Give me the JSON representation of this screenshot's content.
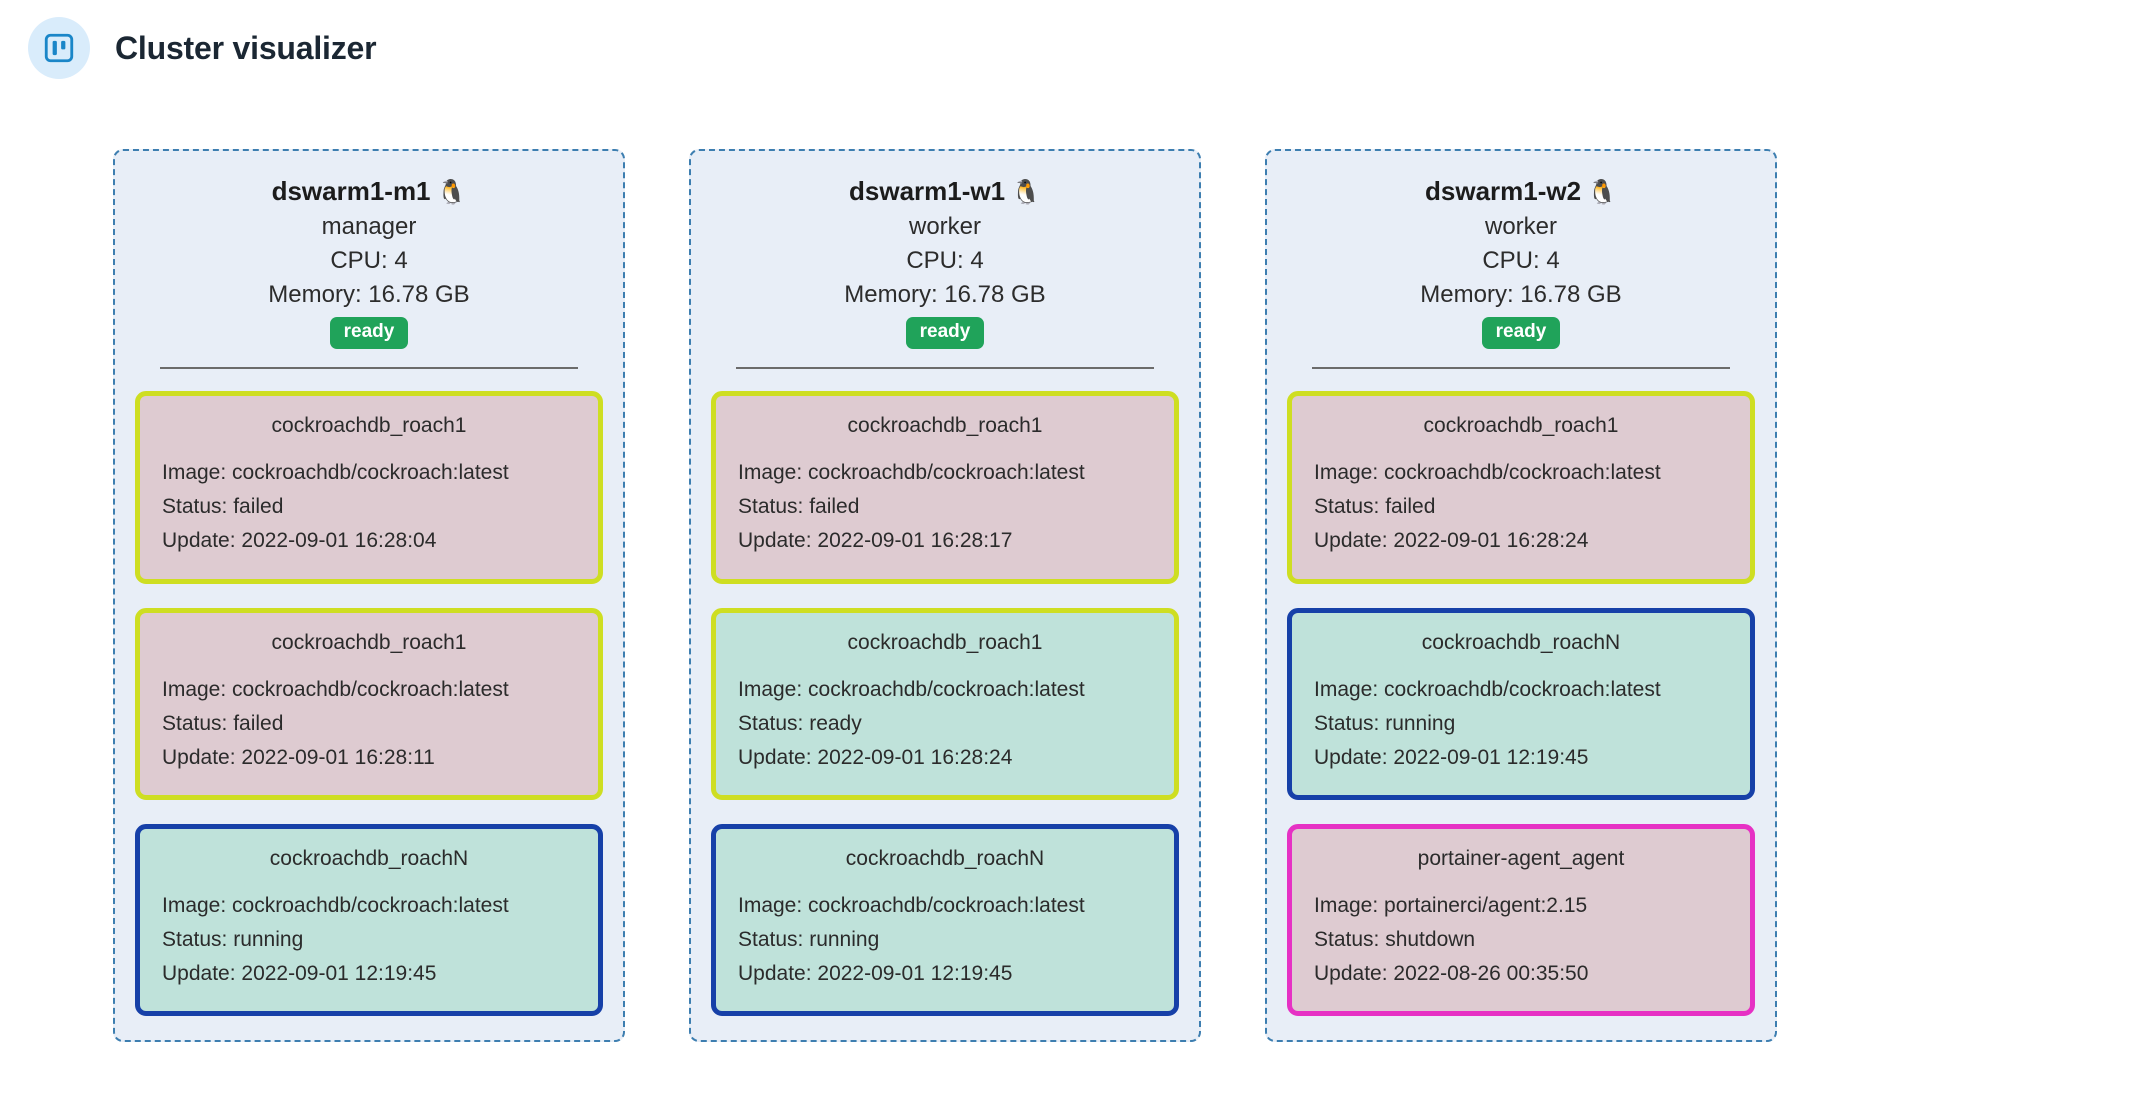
{
  "header": {
    "title": "Cluster visualizer",
    "icon": "board-icon",
    "icon_color": "#1a86c8",
    "icon_bg": "#d9ecfb"
  },
  "colors": {
    "node_border": "#3d7eb0",
    "node_bg": "#e8eef7",
    "badge_ready": "#20a35a",
    "border_lime": "#cede22",
    "border_navy": "#1640a8",
    "border_pink": "#e631c4",
    "fill_pink": "#decbd1",
    "fill_mint": "#bfe2da"
  },
  "labels": {
    "cpu_prefix": "CPU: ",
    "memory_prefix": "Memory: ",
    "image_prefix": "Image: ",
    "status_prefix": "Status: ",
    "update_prefix": "Update: "
  },
  "nodes": [
    {
      "name": "dswarm1-m1",
      "os_icon": "tux-penguin-icon",
      "os_glyph": "🐧",
      "role": "manager",
      "cpu": "CPU: 4",
      "memory": "Memory: 16.78 GB",
      "status": "ready",
      "containers": [
        {
          "name": "cockroachdb_roach1",
          "image": "Image: cockroachdb/cockroach:latest",
          "status": "Status: failed",
          "update": "Update: 2022-09-01 16:28:04",
          "fill": "fill-pink",
          "border": "border-lime"
        },
        {
          "name": "cockroachdb_roach1",
          "image": "Image: cockroachdb/cockroach:latest",
          "status": "Status: failed",
          "update": "Update: 2022-09-01 16:28:11",
          "fill": "fill-pink",
          "border": "border-lime"
        },
        {
          "name": "cockroachdb_roachN",
          "image": "Image: cockroachdb/cockroach:latest",
          "status": "Status: running",
          "update": "Update: 2022-09-01 12:19:45",
          "fill": "fill-mint",
          "border": "border-navy"
        }
      ]
    },
    {
      "name": "dswarm1-w1",
      "os_icon": "tux-penguin-icon",
      "os_glyph": "🐧",
      "role": "worker",
      "cpu": "CPU: 4",
      "memory": "Memory: 16.78 GB",
      "status": "ready",
      "containers": [
        {
          "name": "cockroachdb_roach1",
          "image": "Image: cockroachdb/cockroach:latest",
          "status": "Status: failed",
          "update": "Update: 2022-09-01 16:28:17",
          "fill": "fill-pink",
          "border": "border-lime"
        },
        {
          "name": "cockroachdb_roach1",
          "image": "Image: cockroachdb/cockroach:latest",
          "status": "Status: ready",
          "update": "Update: 2022-09-01 16:28:24",
          "fill": "fill-mint",
          "border": "border-lime"
        },
        {
          "name": "cockroachdb_roachN",
          "image": "Image: cockroachdb/cockroach:latest",
          "status": "Status: running",
          "update": "Update: 2022-09-01 12:19:45",
          "fill": "fill-mint",
          "border": "border-navy"
        }
      ]
    },
    {
      "name": "dswarm1-w2",
      "os_icon": "tux-penguin-icon",
      "os_glyph": "🐧",
      "role": "worker",
      "cpu": "CPU: 4",
      "memory": "Memory: 16.78 GB",
      "status": "ready",
      "containers": [
        {
          "name": "cockroachdb_roach1",
          "image": "Image: cockroachdb/cockroach:latest",
          "status": "Status: failed",
          "update": "Update: 2022-09-01 16:28:24",
          "fill": "fill-pink",
          "border": "border-lime"
        },
        {
          "name": "cockroachdb_roachN",
          "image": "Image: cockroachdb/cockroach:latest",
          "status": "Status: running",
          "update": "Update: 2022-09-01 12:19:45",
          "fill": "fill-mint",
          "border": "border-navy"
        },
        {
          "name": "portainer-agent_agent",
          "image": "Image: portainerci/agent:2.15",
          "status": "Status: shutdown",
          "update": "Update: 2022-08-26 00:35:50",
          "fill": "fill-pink",
          "border": "border-pink"
        }
      ]
    }
  ]
}
